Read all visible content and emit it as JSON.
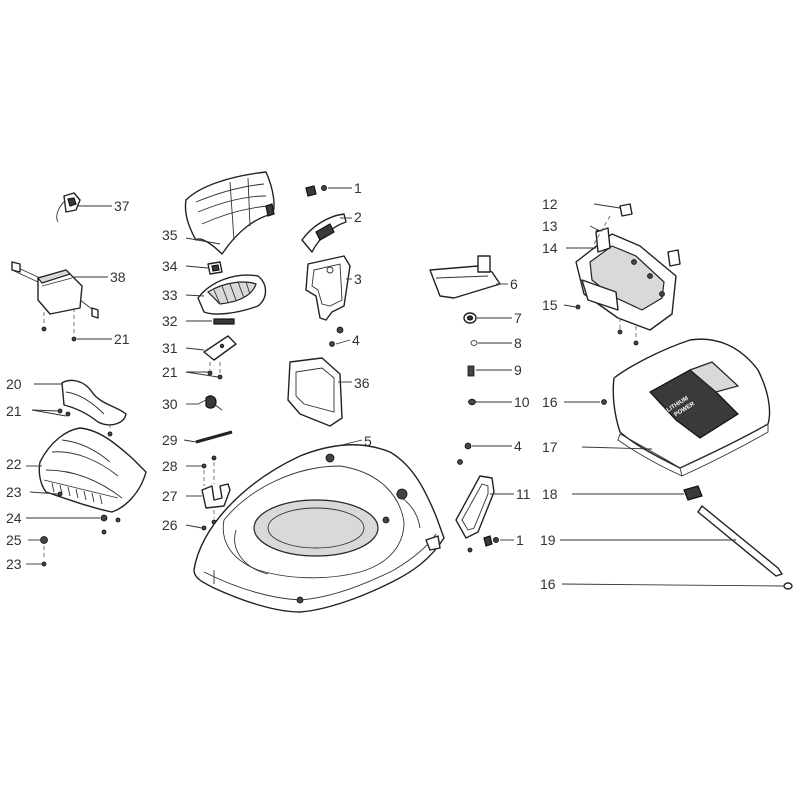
{
  "callouts": {
    "p1a": "1",
    "p1b": "1",
    "p2": "2",
    "p3": "3",
    "p4a": "4",
    "p4b": "4",
    "p5": "5",
    "p6": "6",
    "p7": "7",
    "p8": "8",
    "p9": "9",
    "p10": "10",
    "p11": "11",
    "p12": "12",
    "p13": "13",
    "p14": "14",
    "p15": "15",
    "p16a": "16",
    "p16b": "16",
    "p17": "17",
    "p18": "18",
    "p19": "19",
    "p20": "20",
    "p21a": "21",
    "p21b": "21",
    "p21c": "21",
    "p22": "22",
    "p23a": "23",
    "p23b": "23",
    "p24": "24",
    "p25": "25",
    "p26": "26",
    "p27": "27",
    "p28": "28",
    "p29": "29",
    "p30": "30",
    "p31": "31",
    "p32": "32",
    "p33": "33",
    "p34": "34",
    "p35": "35",
    "p36": "36",
    "p37": "37",
    "p38": "38"
  },
  "cover_logo": {
    "line1": "LITHIUM",
    "line2": "POWER"
  }
}
